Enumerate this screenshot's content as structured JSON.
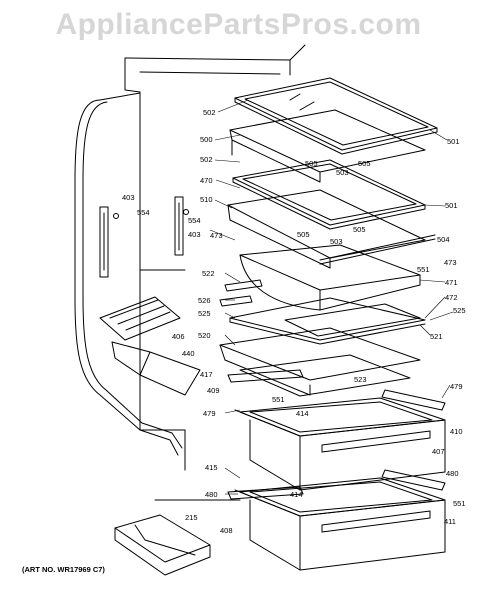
{
  "watermark": "AppliancePartsPros.com",
  "art_number": "(ART NO. WR17969 C7)",
  "callouts": [
    {
      "id": "502a",
      "text": "502"
    },
    {
      "id": "501a",
      "text": "501"
    },
    {
      "id": "500",
      "text": "500"
    },
    {
      "id": "505a",
      "text": "505"
    },
    {
      "id": "505b",
      "text": "505"
    },
    {
      "id": "502b",
      "text": "502"
    },
    {
      "id": "503a",
      "text": "503"
    },
    {
      "id": "470",
      "text": "470"
    },
    {
      "id": "501b",
      "text": "501"
    },
    {
      "id": "403a",
      "text": "403"
    },
    {
      "id": "554a",
      "text": "554"
    },
    {
      "id": "510",
      "text": "510"
    },
    {
      "id": "554b",
      "text": "554"
    },
    {
      "id": "403b",
      "text": "403"
    },
    {
      "id": "505c",
      "text": "505"
    },
    {
      "id": "505d",
      "text": "505"
    },
    {
      "id": "503b",
      "text": "503"
    },
    {
      "id": "504",
      "text": "504"
    },
    {
      "id": "473a",
      "text": "473"
    },
    {
      "id": "551a",
      "text": "551"
    },
    {
      "id": "473b",
      "text": "473"
    },
    {
      "id": "522",
      "text": "522"
    },
    {
      "id": "471",
      "text": "471"
    },
    {
      "id": "526",
      "text": "526"
    },
    {
      "id": "472",
      "text": "472"
    },
    {
      "id": "525a",
      "text": "525"
    },
    {
      "id": "525b",
      "text": "525"
    },
    {
      "id": "406",
      "text": "406"
    },
    {
      "id": "521",
      "text": "521"
    },
    {
      "id": "520",
      "text": "520"
    },
    {
      "id": "440",
      "text": "440"
    },
    {
      "id": "417",
      "text": "417"
    },
    {
      "id": "523",
      "text": "523"
    },
    {
      "id": "409",
      "text": "409"
    },
    {
      "id": "479a",
      "text": "479"
    },
    {
      "id": "551b",
      "text": "551"
    },
    {
      "id": "414a",
      "text": "414"
    },
    {
      "id": "479b",
      "text": "479"
    },
    {
      "id": "410",
      "text": "410"
    },
    {
      "id": "407",
      "text": "407"
    },
    {
      "id": "415",
      "text": "415"
    },
    {
      "id": "480a",
      "text": "480"
    },
    {
      "id": "480b",
      "text": "480"
    },
    {
      "id": "414b",
      "text": "414"
    },
    {
      "id": "551c",
      "text": "551"
    },
    {
      "id": "215",
      "text": "215"
    },
    {
      "id": "411",
      "text": "411"
    },
    {
      "id": "408",
      "text": "408"
    }
  ]
}
